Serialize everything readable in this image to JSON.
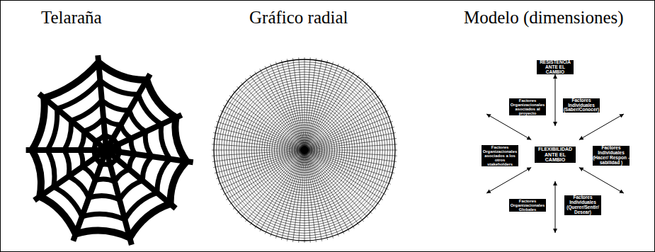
{
  "diagram": {
    "nodes": [
      {
        "text": [
          "RESISTENCIA ANTE EL CAMBIO"
        ]
      },
      {
        "text": [
          "Factores Organizacionales asociados al proyecto"
        ],
        "in": 0
      },
      {
        "text": [
          "Factores Individuales (Saber/Conocer)"
        ],
        "in": 0
      },
      {
        "text": [
          "Factores Organizacionales asociados a los otros stakeholders"
        ],
        "in": 0
      },
      {
        "text": [
          "FLEXIBILIDAD ANTE EL CAMBIO"
        ],
        "in": 0
      },
      {
        "text": [
          "Factores Individuales (Hacer/ Respon - sabilidad )"
        ],
        "in": 0
      },
      {
        "text": [
          "Factores Organizacionales Globales"
        ],
        "in": 0
      },
      {
        "text": [
          "Factores Individuales (Querer/Sentir/ Desear)"
        ],
        "in": 0
      }
    ],
    "edges": [
      {
        "from": 4,
        "to": 0,
        "arrow": "both"
      },
      {
        "from": 4,
        "to": 0,
        "arrow": "both"
      },
      {
        "from": 4,
        "to": 0,
        "arrow": "both"
      },
      {
        "from": 4,
        "to": 0,
        "arrow": "both"
      },
      {
        "from": 4,
        "to": 0,
        "arrow": "both"
      },
      {
        "from": 4,
        "to": 0,
        "arrow": "both"
      }
    ],
    "labels": [
      "Telaraña",
      "Gráfico radial",
      "Modelo (dimensiones)"
    ]
  }
}
